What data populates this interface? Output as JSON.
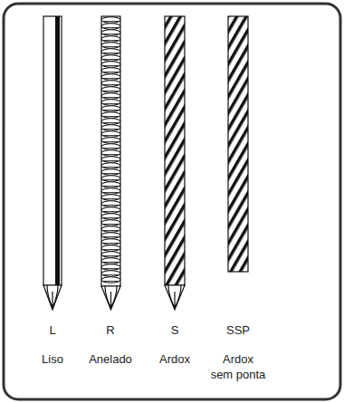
{
  "diagram": {
    "labels": [
      "L",
      "R",
      "S",
      "SSP",
      "Liso",
      "Anelado",
      "Ardox",
      "Ardox sem ponta"
    ]
  }
}
